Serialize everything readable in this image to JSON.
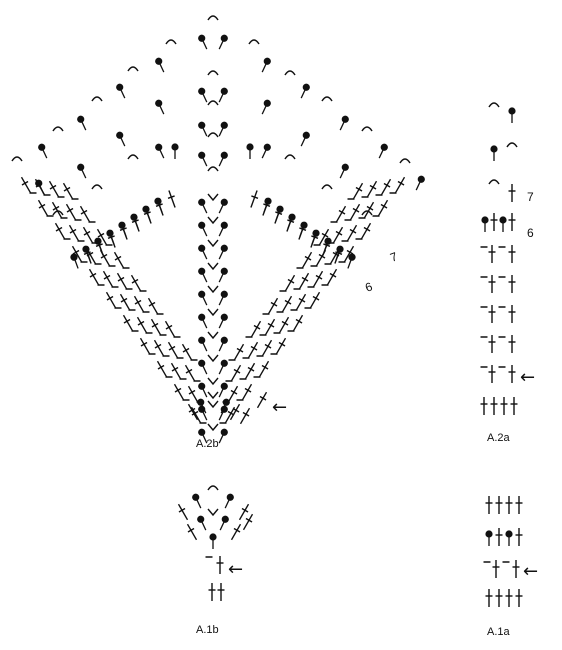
{
  "diagrams": [
    {
      "id": "a2b",
      "label": "A.2b",
      "row_labels": [
        "7",
        "6"
      ],
      "row_marker": "←"
    },
    {
      "id": "a2a",
      "label": "A.2a",
      "row_labels": [
        "7",
        "6"
      ],
      "row_marker": "←"
    },
    {
      "id": "a1b",
      "label": "A.1b",
      "row_marker": "←"
    },
    {
      "id": "a1a",
      "label": "A.1a",
      "row_marker": "←"
    }
  ],
  "symbol_legend": [
    "chain-arc",
    "bobble-dot",
    "treble-stitch",
    "dash",
    "chevron"
  ]
}
